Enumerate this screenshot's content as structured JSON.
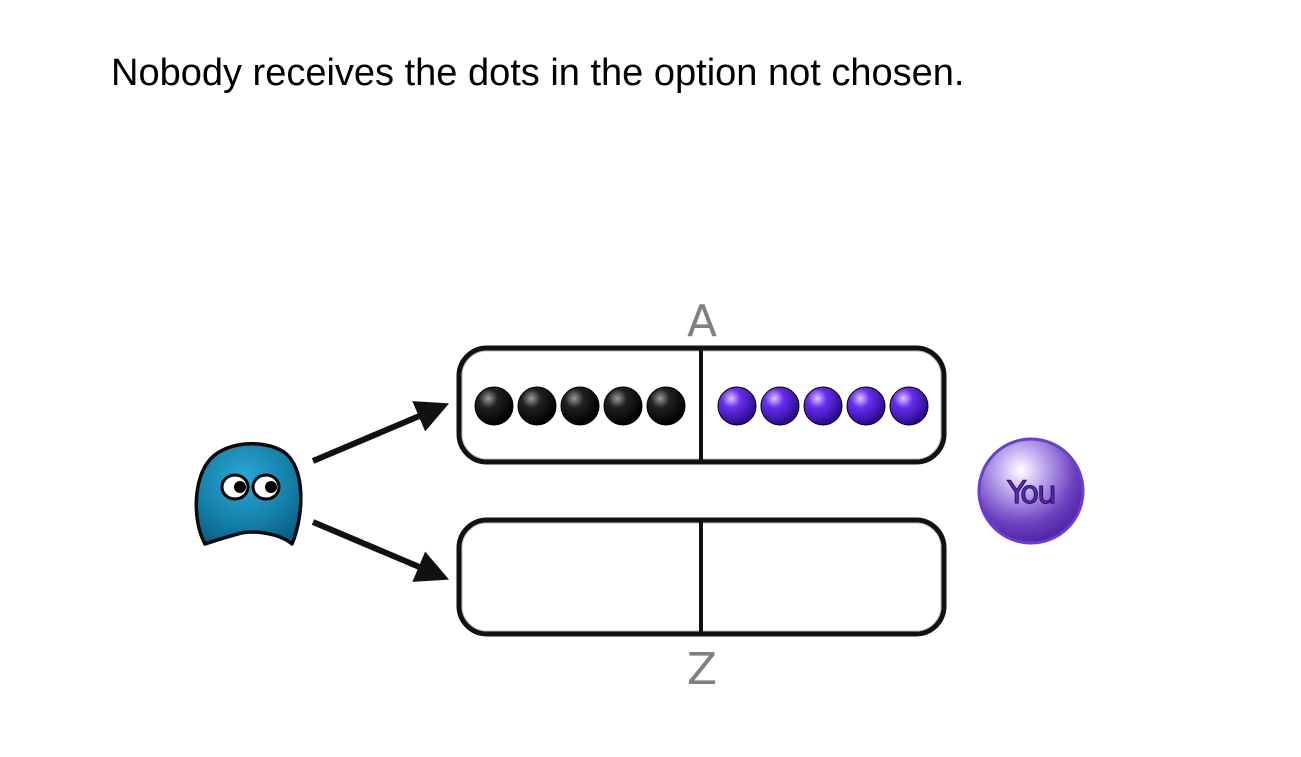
{
  "instruction": "Nobody receives the dots in the option not chosen.",
  "options": {
    "a": {
      "label": "A",
      "left_dots": 5,
      "right_dots": 5
    },
    "z": {
      "label": "Z",
      "left_dots": 0,
      "right_dots": 0
    }
  },
  "you_label": "You",
  "colors": {
    "chooser": "#1a7fa0",
    "left_dot": "#000000",
    "right_dot": "#5a1fd6",
    "you_token": "#6a3fc0",
    "option_letter": "#808080",
    "box_stroke": "#111111"
  },
  "icons": {
    "chooser": "blob-creature-icon",
    "you": "you-token-icon"
  }
}
